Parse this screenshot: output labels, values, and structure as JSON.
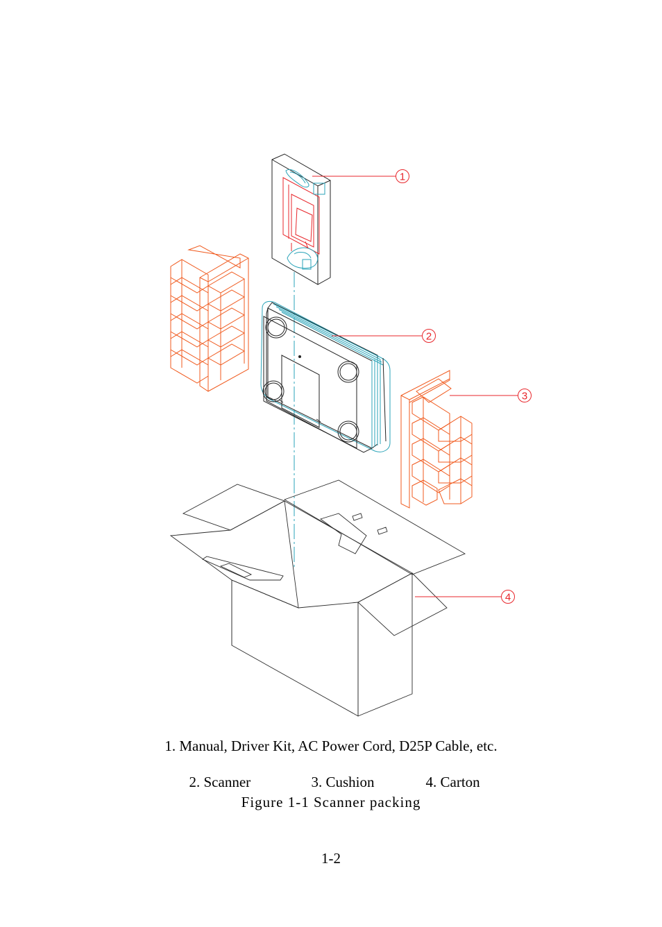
{
  "figure": {
    "callouts": [
      "1",
      "2",
      "3",
      "4"
    ],
    "colors": {
      "accessory": "#e8262b",
      "cushion": "#f05a1e",
      "scanner_glass": "#2aa3b8",
      "outline": "#2b2b2b",
      "callout": "#e8262b"
    }
  },
  "legend": {
    "line1": "1. Manual, Driver Kit, AC Power Cord, D25P Cable, etc.",
    "item2": "2. Scanner",
    "item3": "3. Cushion",
    "item4": "4. Carton"
  },
  "caption": "Figure 1-1 Scanner packing",
  "page_number": "1-2"
}
